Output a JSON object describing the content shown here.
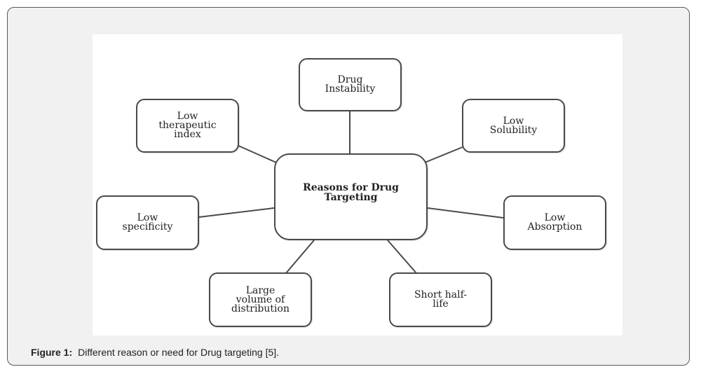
{
  "diagram": {
    "center": "Reasons for Drug\nTargeting",
    "nodes": {
      "top": "Drug\nInstability",
      "top_left": "Low\ntherapeutic\nindex",
      "top_right": "Low\nSolubility",
      "left": "Low\nspecificity",
      "right": "Low\nAbsorption",
      "bottom_left": "Large\nvolume of\ndistribution",
      "bottom_right": "Short half-\nlife"
    }
  },
  "caption": {
    "label": "Figure 1:",
    "text": "Different reason or need for Drug targeting [5]."
  },
  "colors": {
    "frame_background": "#f1f1f1",
    "frame_border": "#5a5a5a",
    "node_border": "#4a4a4a",
    "connector": "#4a4a4a"
  }
}
